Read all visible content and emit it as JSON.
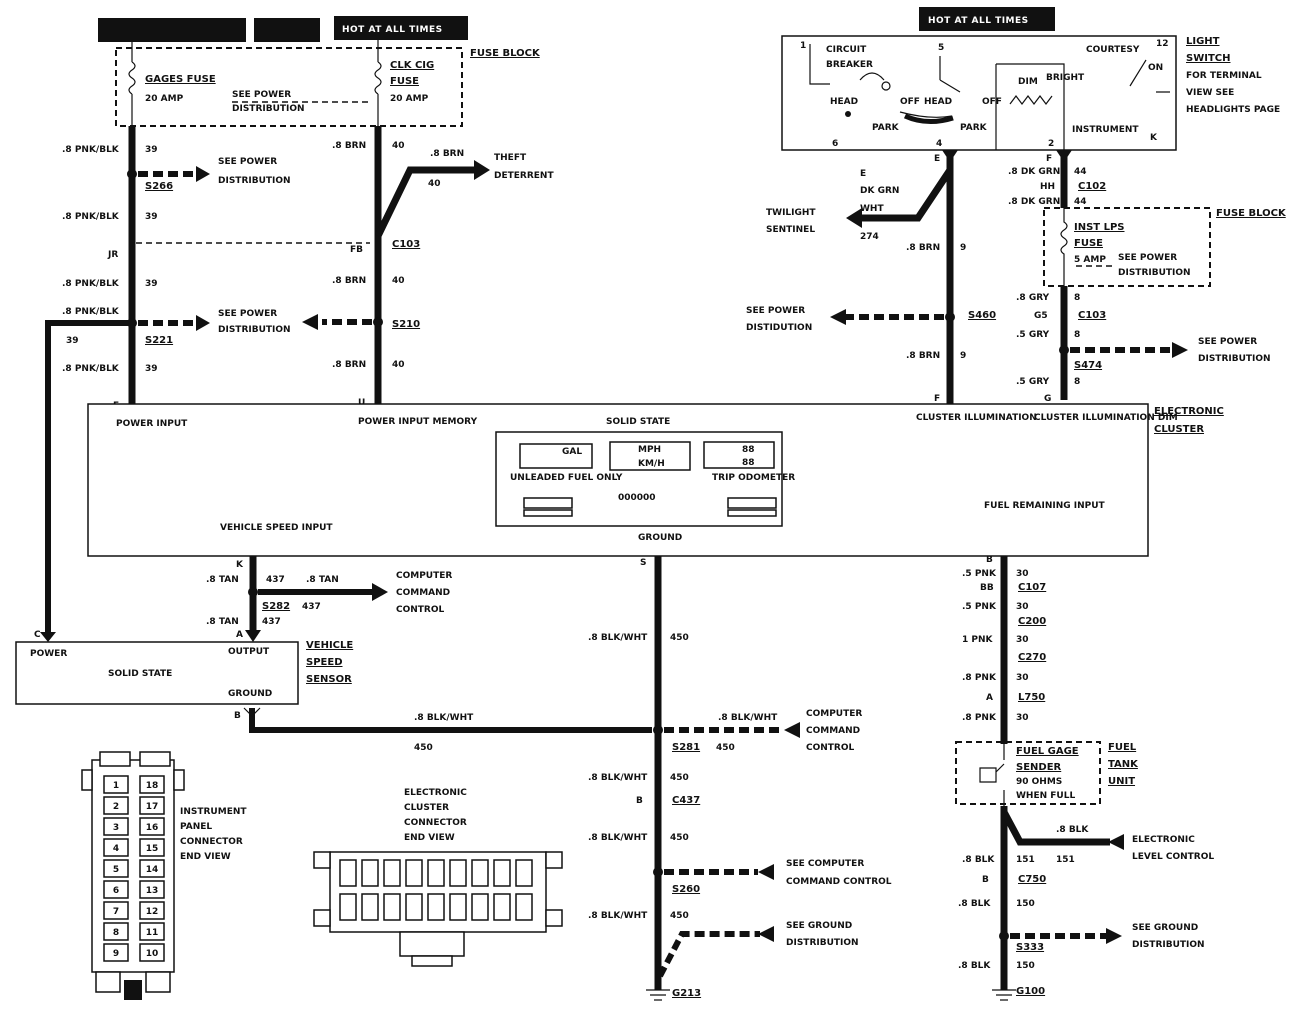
{
  "headers": {
    "hot_run": "",
    "hot_acc": "",
    "hot_all_left": "HOT AT ALL TIMES",
    "hot_all_right": "HOT AT ALL TIMES"
  },
  "fuse_block_left": {
    "title": "FUSE BLOCK",
    "gages_fuse": "GAGES FUSE",
    "gages_amp": "20 AMP",
    "see_power": "SEE POWER",
    "distribution": "DISTRIBUTION",
    "clk_cig": "CLK CIG",
    "clk_fuse": "FUSE",
    "clk_amp": "20 AMP"
  },
  "left_wires": {
    "pnk_blk_1": ".8 PNK/BLK",
    "c39_1": "39",
    "see_power_1": "SEE POWER",
    "dist_1": "DISTRIBUTION",
    "splice_1": "S266",
    "pnk_blk_2": ".8 PNK/BLK",
    "c39_2": "39",
    "jr": "JR",
    "pnk_blk_3": ".8 PNK/BLK",
    "c39_3": "39",
    "pnk_blk_4": ".8 PNK/BLK",
    "c39_side": "39",
    "see_power_2": "SEE POWER",
    "dist_2": "DISTRIBUTION",
    "splice_2": "S221",
    "pnk_blk_5": ".8 PNK/BLK",
    "c39_5": "39",
    "pin_f": "F",
    "power_input": "POWER INPUT"
  },
  "mid_wires": {
    "brn_1": ".8 BRN",
    "c40_1": "40",
    "brn_theft": ".8 BRN",
    "c40_theft": "40",
    "theft": "THEFT",
    "deterrent": "DETERRENT",
    "fb": "FB",
    "c103": "C103",
    "brn_2": ".8 BRN",
    "c40_2": "40",
    "splice_s210": "S210",
    "brn_3": ".8 BRN",
    "c40_3": "40",
    "pin_u": "U",
    "power_input_mem": "POWER INPUT MEMORY"
  },
  "light_switch": {
    "title_1": "LIGHT",
    "title_2": "SWITCH",
    "note_1": "FOR TERMINAL",
    "note_2": "VIEW SEE",
    "note_3": "HEADLIGHTS PAGE",
    "circuit": "CIRCUIT",
    "breaker": "BREAKER",
    "head": "HEAD",
    "off": "OFF",
    "park": "PARK",
    "head2": "HEAD",
    "off2": "OFF",
    "park2": "PARK",
    "dim": "DIM",
    "bright": "BRIGHT",
    "courtesy": "COURTESY",
    "on": "ON",
    "instrument": "INSTRUMENT",
    "n1": "1",
    "n5": "5",
    "n12": "12",
    "n6": "6",
    "n4": "4",
    "n2": "2",
    "nk": "K"
  },
  "right_wires": {
    "pin_e": "E",
    "e_label": "E",
    "dk_grn": "DK GRN",
    "wht": "WHT",
    "c274": "274",
    "twilight": "TWILIGHT",
    "sentinel": "SENTINEL",
    "brn_9a": ".8 BRN",
    "c9a": "9",
    "see_power_3": "SEE POWER",
    "distion": "DISTIDUTION",
    "splice_s460": "S460",
    "brn_9b": ".8 BRN",
    "c9b": "9",
    "pin_f2": "F",
    "pin_f3": "F",
    "dk_grn_44a": ".8 DK GRN",
    "c44a": "44",
    "hh": "HH",
    "c102": "C102",
    "dk_grn_44b": ".8 DK GRN",
    "c44b": "44",
    "fuse_block2": "FUSE BLOCK",
    "inst_lps": "INST LPS",
    "fuse2": "FUSE",
    "amp5": "5 AMP",
    "see_power_4": "SEE POWER",
    "dist_4": "DISTRIBUTION",
    "gry_8a": ".8 GRY",
    "c8a": "8",
    "g5": "G5",
    "c103b": "C103",
    "gry_8b": ".5 GRY",
    "c8b": "8",
    "see_power_5": "SEE POWER",
    "dist_5": "DISTRIBUTION",
    "splice_s474": "S474",
    "gry_8c": ".5 GRY",
    "c8c": "8",
    "pin_g": "G"
  },
  "cluster": {
    "title_1": "ELECTRONIC",
    "title_2": "CLUSTER",
    "solid_state": "SOLID STATE",
    "cluster_ill": "CLUSTER ILLUMINATION",
    "cluster_ill_dim": "CLUSTER ILLUMINATION DIM",
    "gal": "GAL",
    "mph": "MPH",
    "kmh": "KM/H",
    "n88": "88",
    "n88b": "88",
    "unleaded": "UNLEADED FUEL ONLY",
    "odometer": "000000",
    "trip": "TRIP ODOMETER",
    "vss_input": "VEHICLE SPEED INPUT",
    "ground": "GROUND",
    "fuel_rem": "FUEL REMAINING INPUT"
  },
  "vss_wires": {
    "pin_k": "K",
    "tan_1": ".8 TAN",
    "c437_1": "437",
    "tan_2": ".8 TAN",
    "computer": "COMPUTER",
    "command": "COMMAND",
    "control": "CONTROL",
    "tan_3": ".8 TAN",
    "splice_s282": "S282",
    "c437_2": "437",
    "c437_3": "437",
    "pin_a": "A",
    "pin_c": "C"
  },
  "vss": {
    "title_1": "VEHICLE",
    "title_2": "SPEED",
    "title_3": "SENSOR",
    "power": "POWER",
    "output": "OUTPUT",
    "solid_state": "SOLID STATE",
    "ground": "GROUND",
    "pin_b": "B"
  },
  "ground_wires": {
    "pin_s": "S",
    "blk_wht_1": ".8 BLK/WHT",
    "c450_1": "450",
    "blk_wht_h": ".8 BLK/WHT",
    "c450_h": "450",
    "blk_wht_r": ".8 BLK/WHT",
    "computer": "COMPUTER",
    "command": "COMMAND",
    "control": "CONTROL",
    "splice_s281": "S281",
    "c450_r": "450",
    "blk_wht_2": ".8 BLK/WHT",
    "c450_2": "450",
    "b": "B",
    "c437": "C437",
    "blk_wht_3": ".8 BLK/WHT",
    "c450_3": "450",
    "see_ccc": "SEE COMPUTER",
    "ccc": "COMMAND CONTROL",
    "s260": "S260",
    "blk_wht_4": ".8 BLK/WHT",
    "c450_4": "450",
    "see_ground": "SEE GROUND",
    "ground_dist": "DISTRIBUTION",
    "g213": "G213"
  },
  "fuel_wires": {
    "pin_b": "B",
    "pnk_1": ".5 PNK",
    "c30_1": "30",
    "bb": "BB",
    "c107": "C107",
    "pnk_2": ".5 PNK",
    "c30_2": "30",
    "c200": "C200",
    "pnk_3": "1 PNK",
    "c30_3": "30",
    "c270": "C270",
    "pnk_4": ".8 PNK",
    "c30_4": "30",
    "a": "A",
    "l750": "L750",
    "pnk_5": ".8 PNK",
    "c30_5": "30",
    "fuel_gage": "FUEL GAGE",
    "sender": "SENDER",
    "ohms": "90 OHMS",
    "when_full": "WHEN FULL",
    "fuel_tank_1": "FUEL",
    "fuel_tank_2": "TANK",
    "fuel_tank_3": "UNIT",
    "blk_side": ".8 BLK",
    "elc_1": "ELECTRONIC",
    "elc_2": "LEVEL CONTROL",
    "blk_1": ".8 BLK",
    "c151a": "151",
    "c151b": "151",
    "b2": "B",
    "c750": "C750",
    "blk_2": ".8 BLK",
    "c150a": "150",
    "see_ground": "SEE GROUND",
    "ground_dist": "DISTRIBUTION",
    "s333": "S333",
    "blk_3": ".8 BLK",
    "c150b": "150",
    "g100": "G100"
  },
  "connectors": {
    "ipc_1": "INSTRUMENT",
    "ipc_2": "PANEL",
    "ipc_3": "CONNECTOR",
    "ipc_4": "END VIEW",
    "ec_1": "ELECTRONIC",
    "ec_2": "CLUSTER",
    "ec_3": "CONNECTOR",
    "ec_4": "END VIEW",
    "pins_left": [
      "1",
      "2",
      "3",
      "4",
      "5",
      "6",
      "7",
      "8",
      "9"
    ],
    "pins_right": [
      "18",
      "17",
      "16",
      "15",
      "14",
      "13",
      "12",
      "11",
      "10"
    ]
  }
}
